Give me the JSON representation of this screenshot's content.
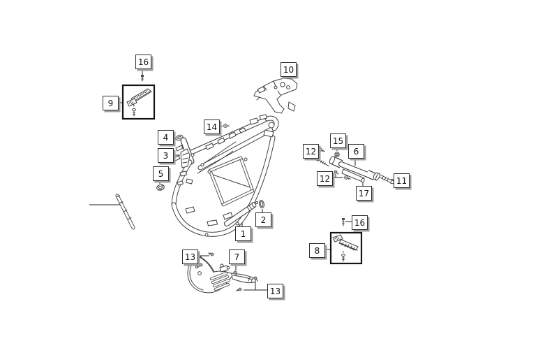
{
  "diagram": {
    "type": "exploded-parts-diagram",
    "background_color": "#ffffff",
    "line_color": "#3f3f3f",
    "callout_style": {
      "face": "#ffffff",
      "border": "#2f2f2f",
      "shadow": "#9f9f9f",
      "text": "#111111"
    },
    "callouts": [
      {
        "id": "callout-16-top",
        "number": "16"
      },
      {
        "id": "callout-9",
        "number": "9"
      },
      {
        "id": "callout-10",
        "number": "10"
      },
      {
        "id": "callout-14",
        "number": "14"
      },
      {
        "id": "callout-4",
        "number": "4"
      },
      {
        "id": "callout-3",
        "number": "3"
      },
      {
        "id": "callout-5",
        "number": "5"
      },
      {
        "id": "callout-12-upper",
        "number": "12"
      },
      {
        "id": "callout-15",
        "number": "15"
      },
      {
        "id": "callout-6",
        "number": "6"
      },
      {
        "id": "callout-12-lower",
        "number": "12"
      },
      {
        "id": "callout-17",
        "number": "17"
      },
      {
        "id": "callout-11",
        "number": "11"
      },
      {
        "id": "callout-2",
        "number": "2"
      },
      {
        "id": "callout-1",
        "number": "1"
      },
      {
        "id": "callout-13-left",
        "number": "13"
      },
      {
        "id": "callout-7",
        "number": "7"
      },
      {
        "id": "callout-13-right",
        "number": "13"
      },
      {
        "id": "callout-8",
        "number": "8"
      },
      {
        "id": "callout-16-right",
        "number": "16"
      }
    ]
  }
}
